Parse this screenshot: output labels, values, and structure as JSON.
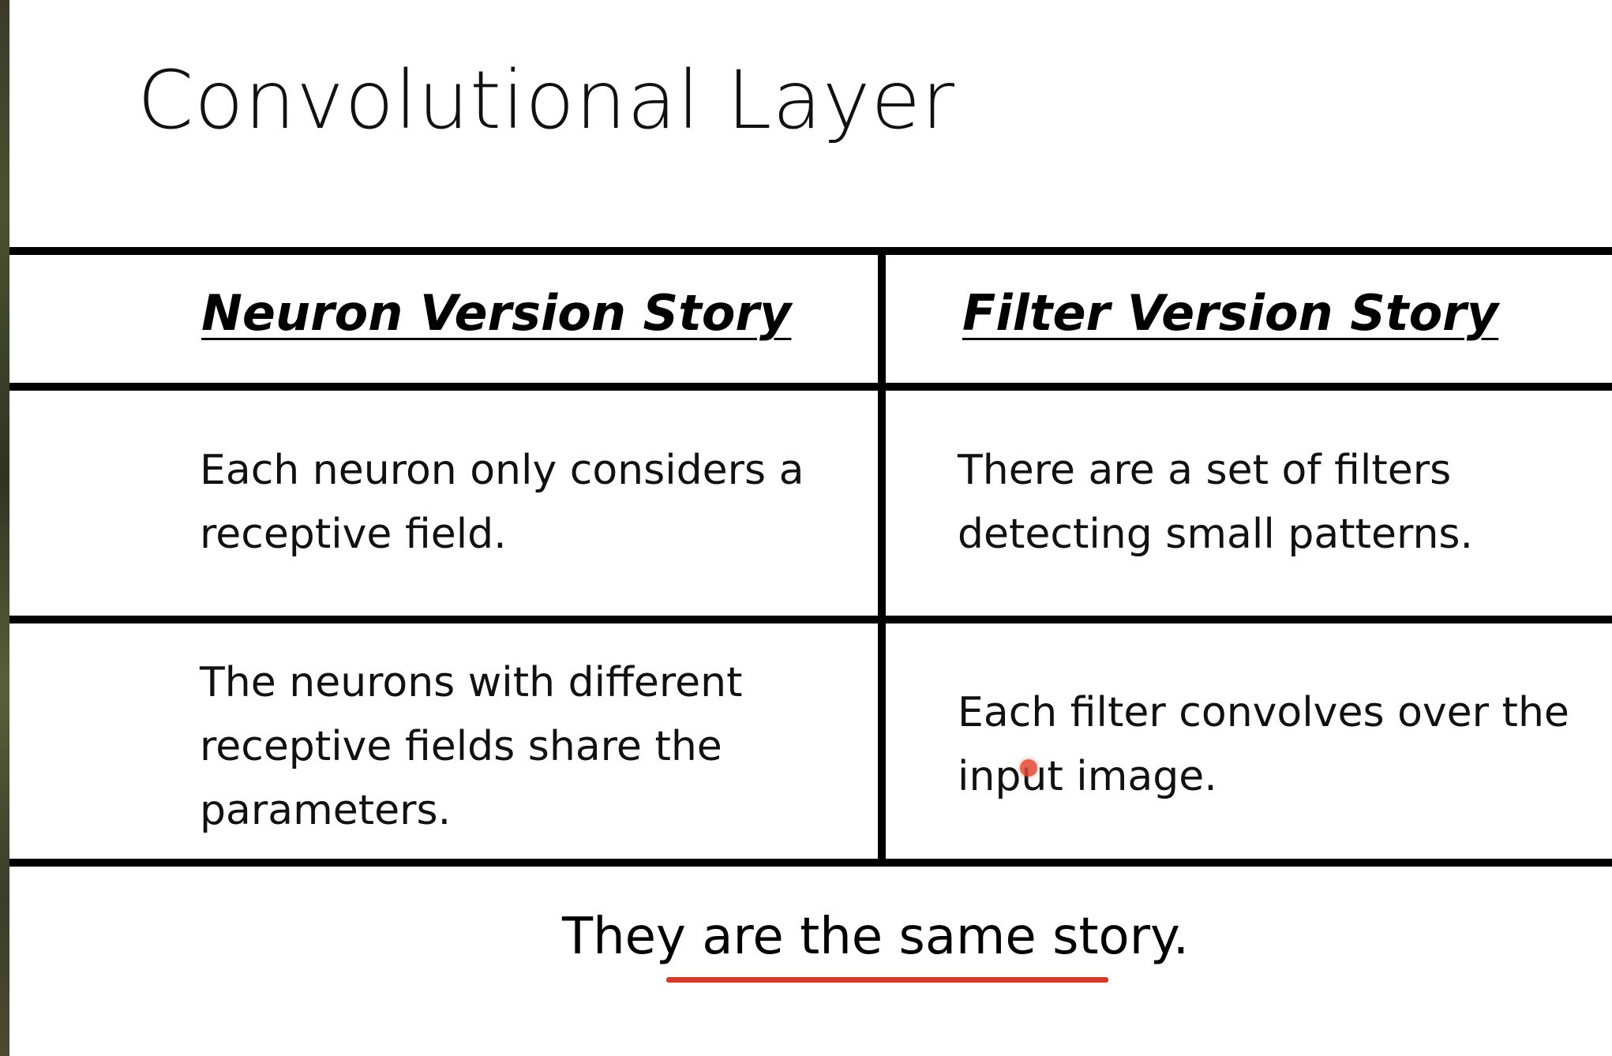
{
  "slide": {
    "title": "Convolutional Layer",
    "table": {
      "headers": [
        "Neuron Version Story",
        "Filter Version Story"
      ],
      "rows": [
        {
          "neuron": "Each neuron only considers a receptive field.",
          "filter": "There are a set of filters detecting small patterns."
        },
        {
          "neuron": "The neurons with different receptive fields share the parameters.",
          "filter": "Each filter convolves over the input image."
        }
      ]
    },
    "footer": "They are the same story."
  },
  "colors": {
    "accent_underline": "#d23a2a",
    "rule": "#000000",
    "background": "#ffffff"
  }
}
